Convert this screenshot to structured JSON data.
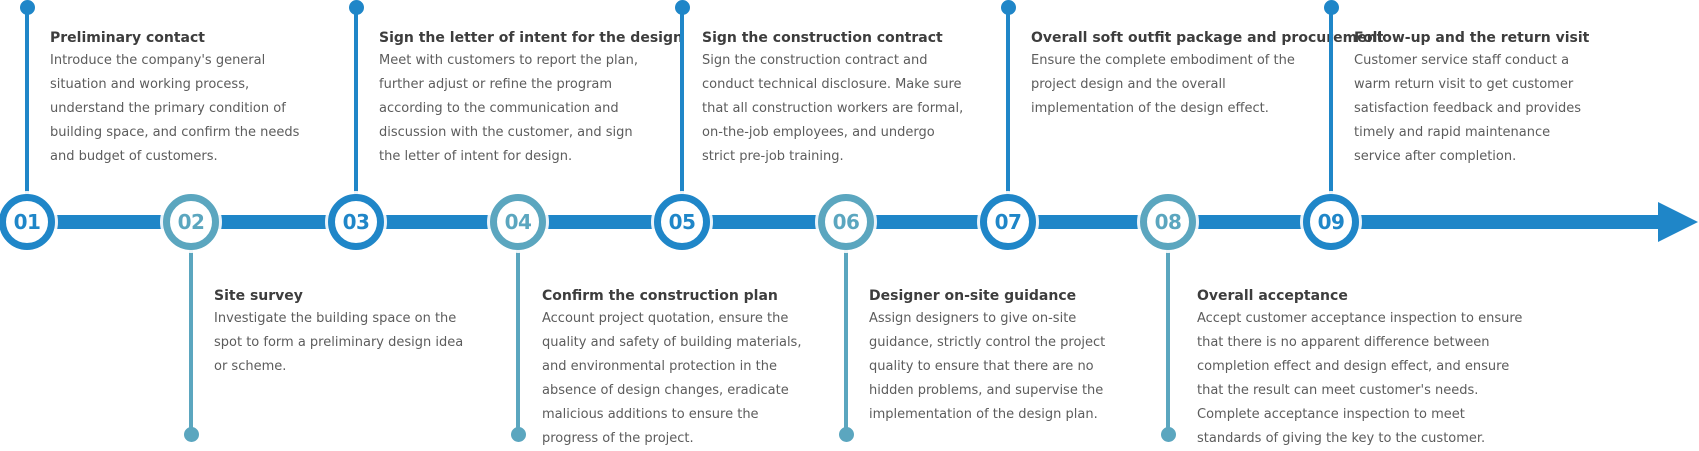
{
  "colors": {
    "axis": "#1f86c8",
    "primary": "#1f86c8",
    "secondary": "#5ba6bf",
    "title_text": "#3d3d3d",
    "body_text": "#5c5c5c"
  },
  "steps": [
    {
      "number": "01",
      "position": "top",
      "title": "Preliminary contact",
      "description": "Introduce the company's general situation and working process, understand the primary condition of building space, and confirm the needs and budget of customers."
    },
    {
      "number": "02",
      "position": "bottom",
      "title": "Site survey",
      "description": "Investigate the building space on the spot to form a preliminary design idea or scheme."
    },
    {
      "number": "03",
      "position": "top",
      "title": "Sign the letter of intent for the design",
      "description": "Meet with customers to report the plan, further adjust or refine the program according to the communication and discussion with the customer, and sign the letter of intent for design."
    },
    {
      "number": "04",
      "position": "bottom",
      "title": "Confirm the construction plan",
      "description": "Account project quotation, ensure the quality and safety of building materials, and environmental protection in the absence of design changes, eradicate malicious additions to ensure the progress of the project."
    },
    {
      "number": "05",
      "position": "top",
      "title": "Sign the construction contract",
      "description": "Sign the construction contract and conduct technical disclosure. Make sure that all construction workers are formal, on-the-job employees, and undergo strict pre-job training."
    },
    {
      "number": "06",
      "position": "bottom",
      "title": "Designer on-site guidance",
      "description": "Assign designers to give on-site guidance, strictly control the project quality to ensure that there are no hidden problems, and supervise the implementation of the design plan."
    },
    {
      "number": "07",
      "position": "top",
      "title": "Overall soft outfit package and procurement",
      "description": "Ensure the complete embodiment of the project design and the overall implementation of the design effect."
    },
    {
      "number": "08",
      "position": "bottom",
      "title": "Overall acceptance",
      "description": "Accept customer acceptance inspection to ensure that there is no apparent difference between completion effect and design effect, and ensure that the result can meet customer's needs. Complete acceptance inspection to meet standards of giving the key to the customer."
    },
    {
      "number": "09",
      "position": "top",
      "title": "Follow-up and the return visit",
      "description": "Customer service staff conduct a warm return visit to get customer satisfaction feedback and provides timely and rapid maintenance service after completion."
    }
  ]
}
